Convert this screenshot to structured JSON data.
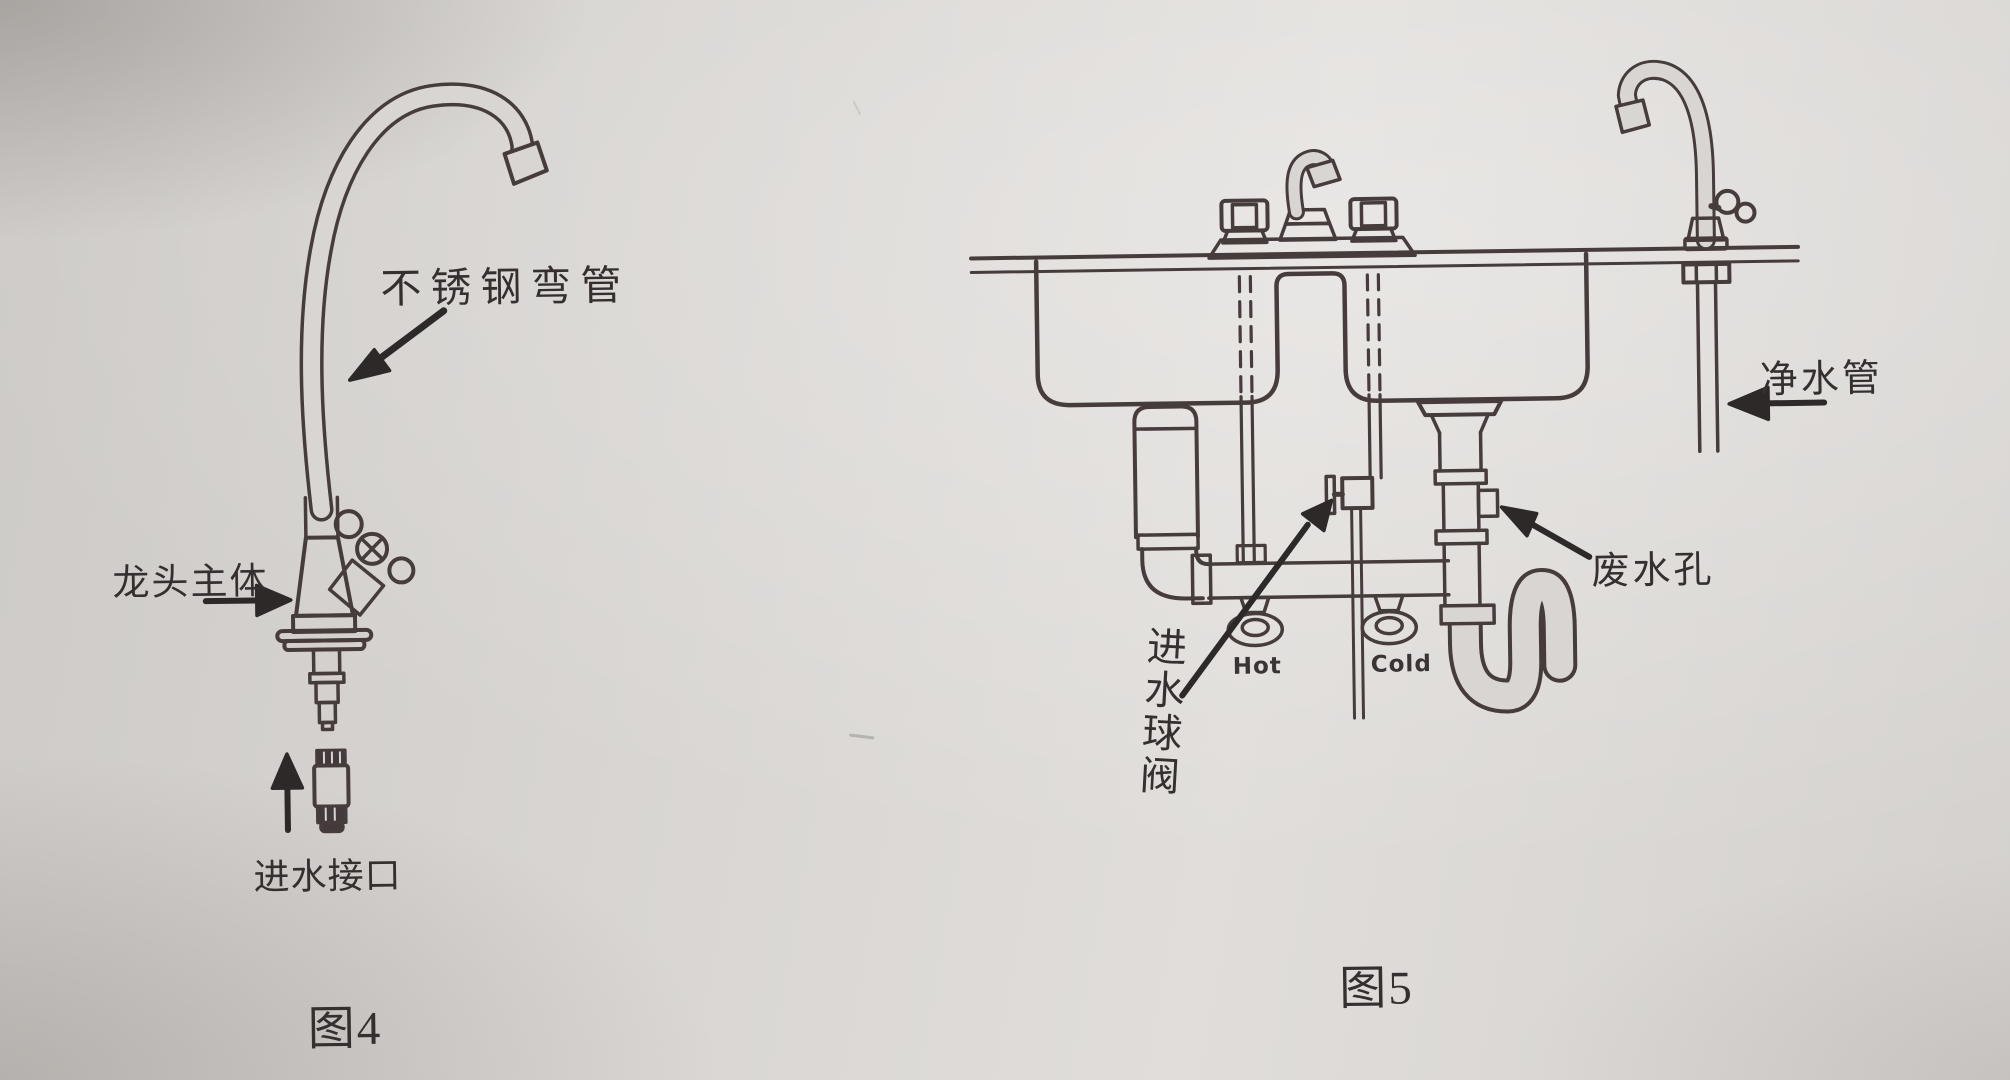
{
  "figure4": {
    "caption": "图4",
    "labels": {
      "bent_pipe": "不锈钢弯管",
      "faucet_body": "龙头主体",
      "inlet_connector": "进水接口"
    }
  },
  "figure5": {
    "caption": "图5",
    "labels": {
      "clean_water_pipe": "净水管",
      "waste_hole": "废水孔",
      "inlet_ball_valve": "进水球阀",
      "hot": "Hot",
      "cold": "Cold"
    }
  },
  "colors": {
    "paper": "#d8d5d2",
    "ink": "#463c3c",
    "arrow": "#2e2929"
  }
}
